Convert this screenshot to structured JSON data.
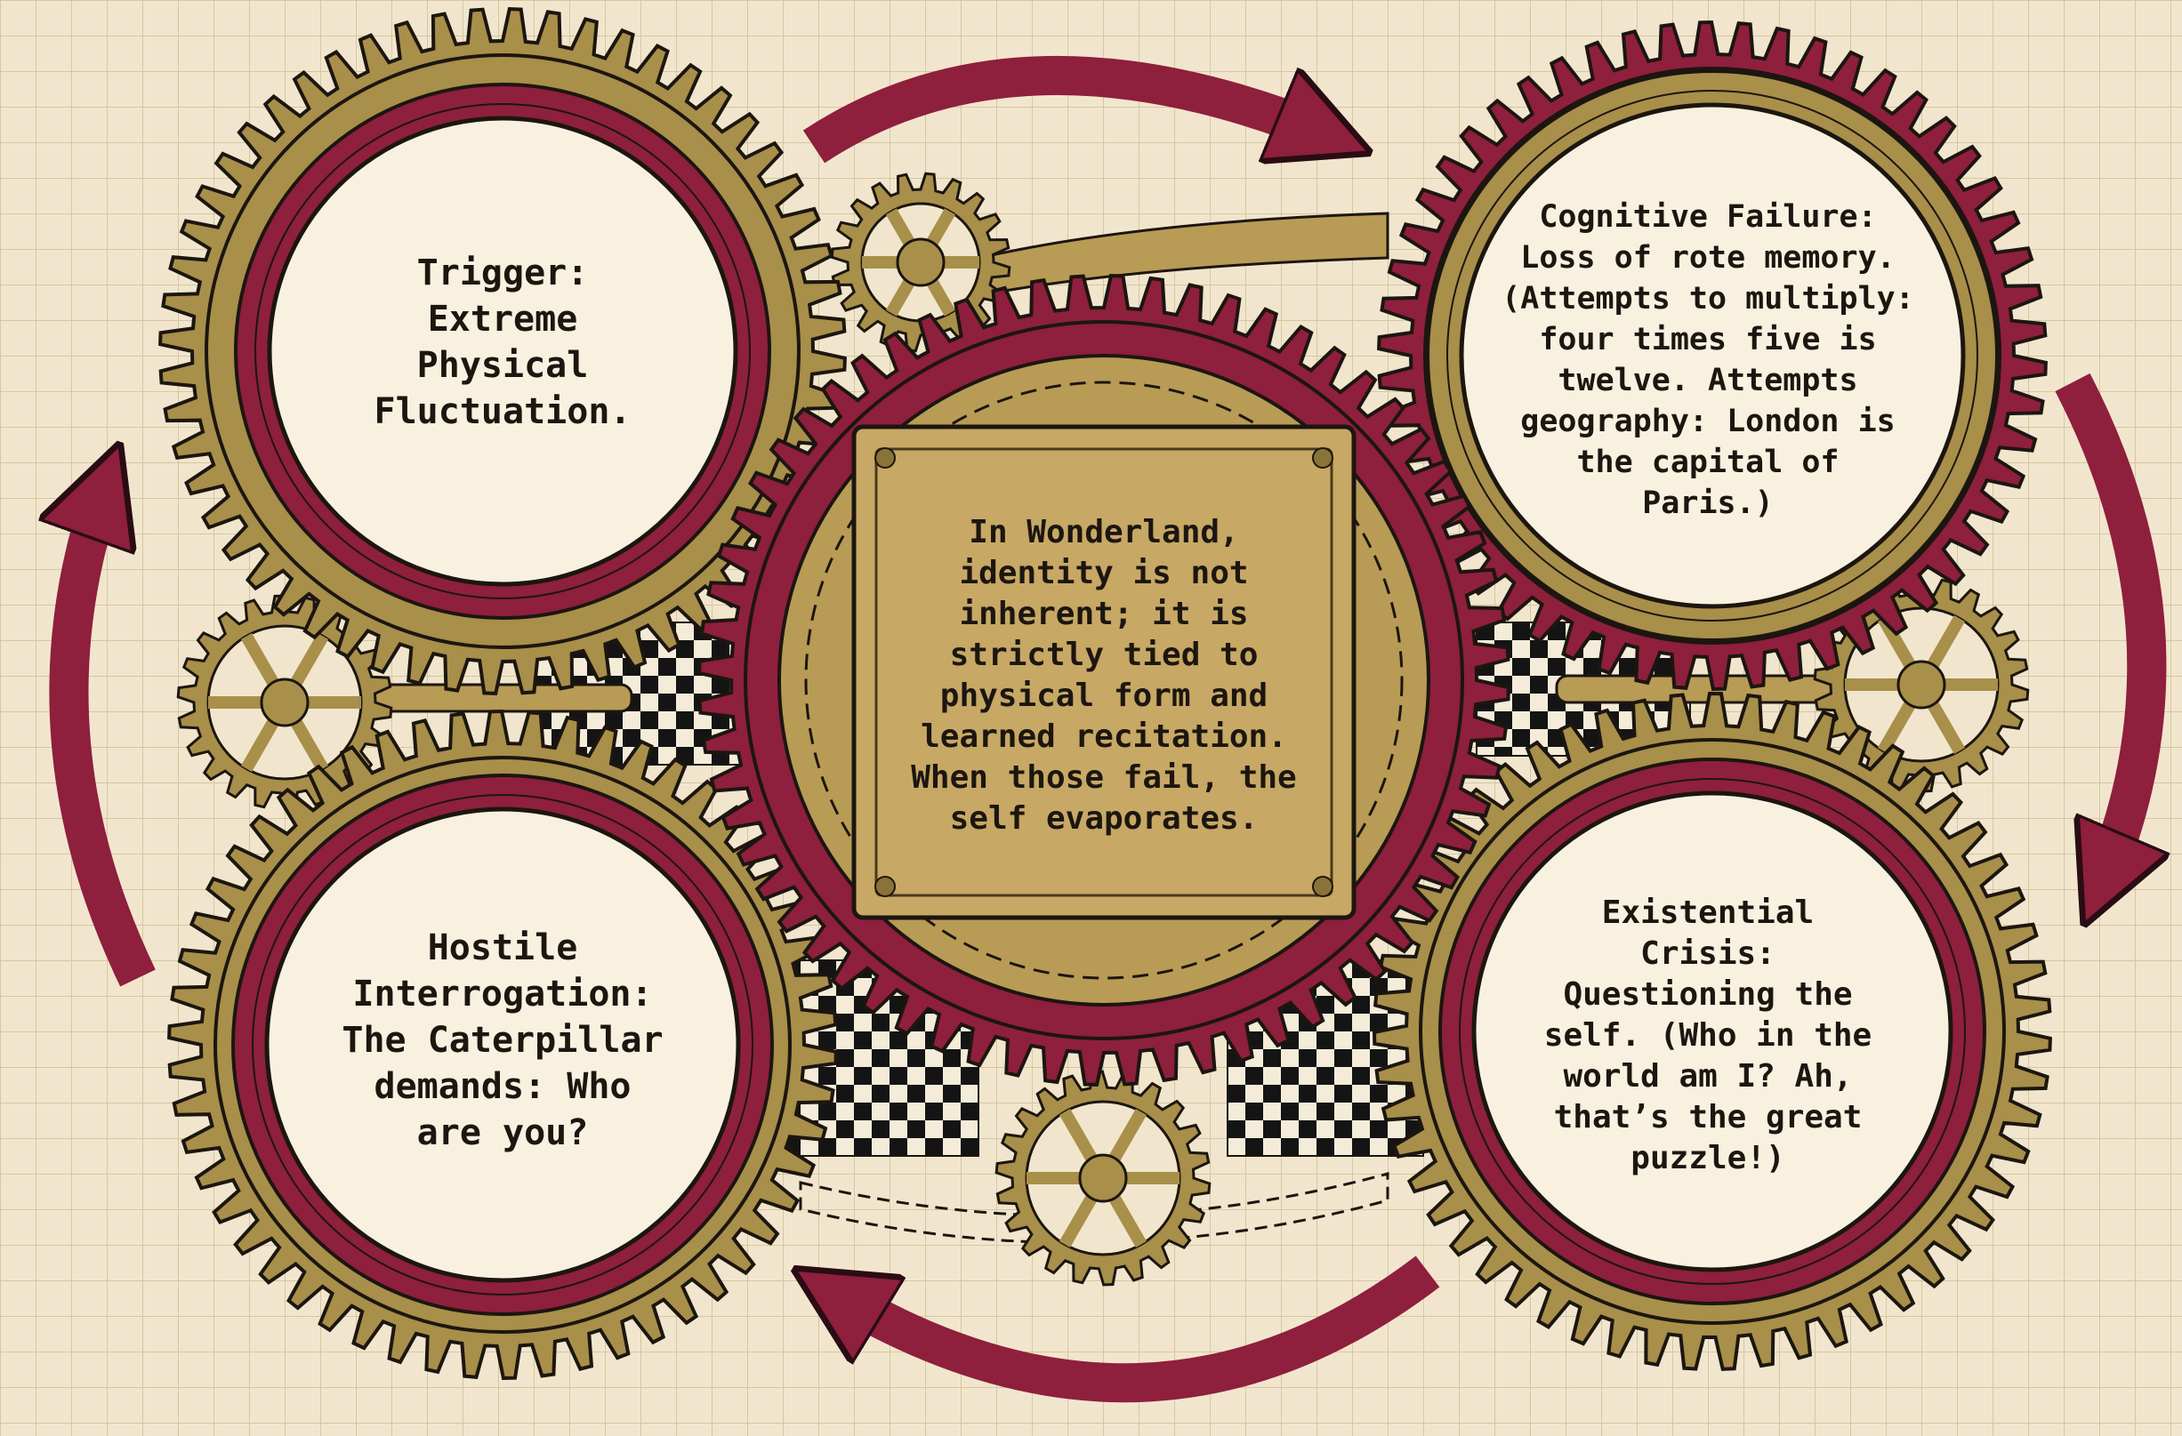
{
  "nodes": {
    "trigger": {
      "lines": [
        "Trigger:",
        "Extreme",
        "Physical",
        "Fluctuation."
      ],
      "gear_color": "#a88f4a"
    },
    "cognitive_failure": {
      "lines": [
        "Cognitive Failure:",
        "Loss of rote memory.",
        "(Attempts to multiply:",
        "four times five is",
        "twelve. Attempts",
        "geography: London is",
        "the capital of",
        "Paris.)"
      ],
      "gear_color": "#8e1f3d"
    },
    "existential_crisis": {
      "lines": [
        "Existential",
        "Crisis:",
        "Questioning the",
        "self. (Who in the",
        "world am I? Ah,",
        "that’s the great",
        "puzzle!)"
      ],
      "gear_color": "#a88f4a"
    },
    "hostile_interrogation": {
      "lines": [
        "Hostile",
        "Interrogation:",
        "The Caterpillar",
        "demands: Who",
        "are you?"
      ],
      "gear_color": "#a88f4a"
    }
  },
  "center_plaque": {
    "lines": [
      "In Wonderland,",
      "identity is not",
      "inherent; it is",
      "strictly tied to",
      "physical form and",
      "learned recitation.",
      "When those fail, the",
      "self evaporates."
    ],
    "gear_color": "#8e1f3d",
    "plaque_color": "#c7a865"
  },
  "cycle": {
    "direction": "clockwise",
    "order": [
      "trigger",
      "cognitive_failure",
      "existential_crisis",
      "hostile_interrogation"
    ],
    "arrow_color": "#8e1f3d"
  },
  "colors": {
    "paper": "#f1e6cd",
    "grid": "#d9c9a6",
    "brass": "#a88f4a",
    "crimson": "#8e1f3d",
    "ink": "#1c1610"
  }
}
